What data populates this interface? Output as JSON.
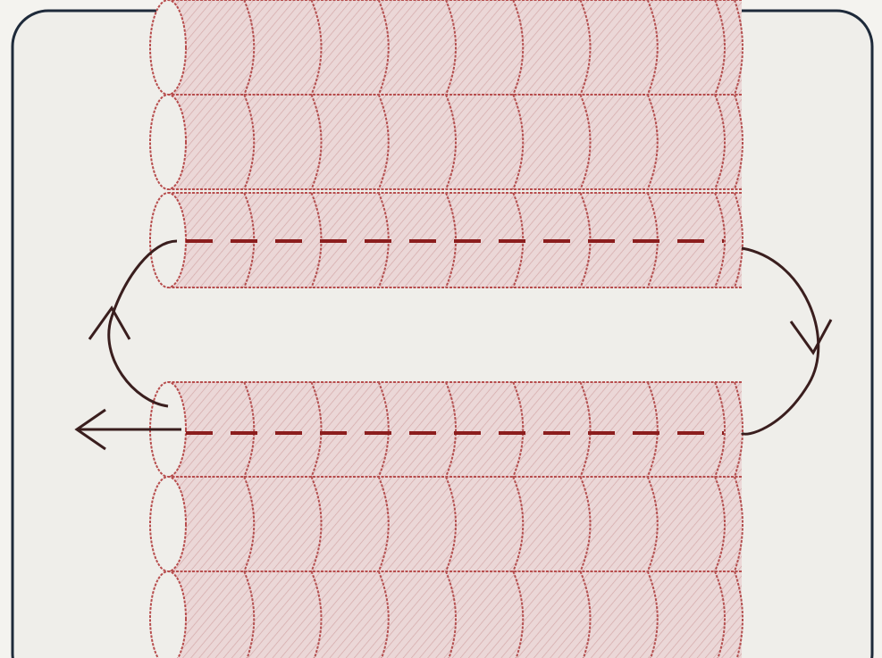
{
  "diagram": {
    "colors": {
      "paper": "#efeeea",
      "frame": "#1e2a3a",
      "row_fill": "#ebd7d7",
      "row_stroke": "#b74d4d",
      "segment_stroke": "#b45050",
      "hatch": "#d4a9a9",
      "dash": "#8b1d1d",
      "arrow": "#3a1e1e"
    },
    "top_group_rows": 3,
    "bottom_group_rows": 3,
    "segments_per_row": 8,
    "threaded_rows": [
      "top-group-row-3",
      "bottom-group-row-1"
    ],
    "arrows": [
      {
        "name": "right-curve-arrow",
        "direction": "down"
      },
      {
        "name": "left-curve-arrow",
        "direction": "up"
      },
      {
        "name": "exit-arrow",
        "direction": "left"
      }
    ]
  }
}
